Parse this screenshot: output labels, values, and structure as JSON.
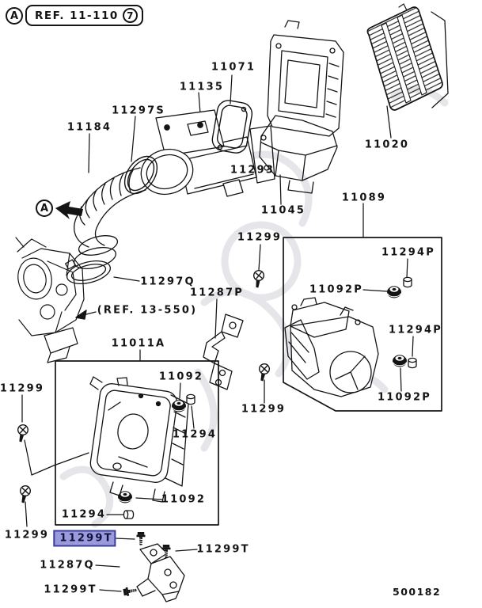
{
  "ref_box": {
    "marker": "A",
    "label": "REF. 11-110",
    "number": "7"
  },
  "hose_marker": "A",
  "diagram_code": "500182",
  "colors": {
    "line": "#141414",
    "highlight_fill": "#999bdc",
    "highlight_border": "#3c3f9e"
  },
  "parts": [
    {
      "text": "11071"
    },
    {
      "text": "11135"
    },
    {
      "text": "11297S"
    },
    {
      "text": "11184"
    },
    {
      "text": "11293"
    },
    {
      "text": "11045"
    },
    {
      "text": "11089"
    },
    {
      "text": "11299"
    },
    {
      "text": "11294P"
    },
    {
      "text": "11092P"
    },
    {
      "text": "11297Q"
    },
    {
      "text": "(REF. 13-550)"
    },
    {
      "text": "11287P"
    },
    {
      "text": "11011A"
    },
    {
      "text": "11092"
    },
    {
      "text": "11294"
    },
    {
      "text": "11299"
    },
    {
      "text": "11294P"
    },
    {
      "text": "11092P"
    },
    {
      "text": "11299"
    },
    {
      "text": "11092"
    },
    {
      "text": "11294"
    },
    {
      "text": "11299"
    },
    {
      "text": "11299T",
      "highlighted": true
    },
    {
      "text": "11299T"
    },
    {
      "text": "11287Q"
    },
    {
      "text": "11299T"
    },
    {
      "text": "11020"
    }
  ]
}
